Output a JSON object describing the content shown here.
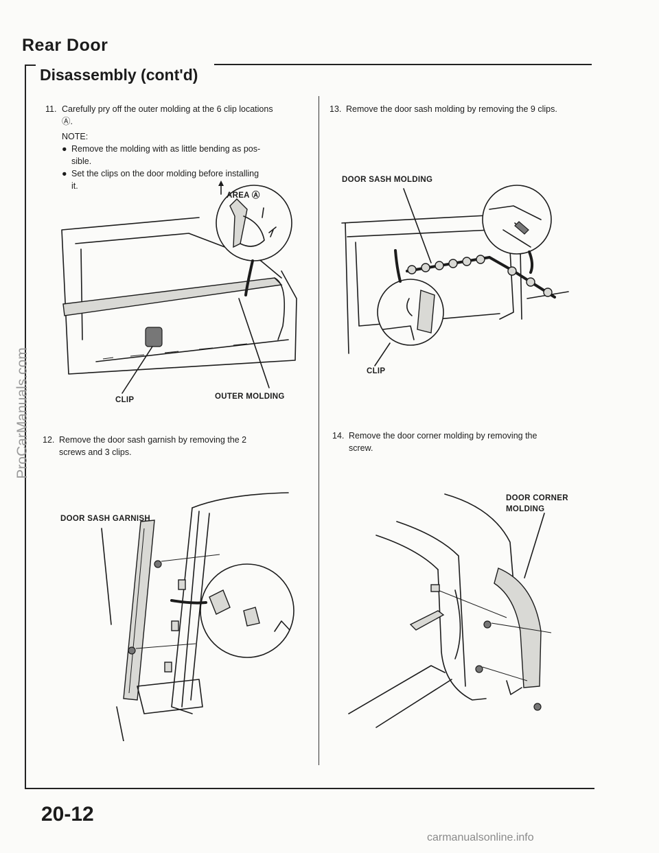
{
  "header": {
    "title": "Rear Door",
    "subtitle": "Disassembly (cont'd)"
  },
  "steps": {
    "s11": {
      "num": "11.",
      "text": "Carefully pry off the outer molding at the 6 clip locations",
      "text2": "Ⓐ.",
      "note_label": "NOTE:",
      "notes": [
        "Remove the molding with as little bending as pos-",
        "sible.",
        "Set the clips on the door molding before installing",
        "it."
      ]
    },
    "s12": {
      "num": "12.",
      "text": "Remove the door sash garnish by removing the 2",
      "text2": "screws and 3 clips."
    },
    "s13": {
      "num": "13.",
      "text": "Remove the door sash molding by removing the 9 clips."
    },
    "s14": {
      "num": "14.",
      "text": "Remove the door corner molding by removing the",
      "text2": "screw."
    }
  },
  "callouts": {
    "area_a": "AREA Ⓐ",
    "clip_1": "CLIP",
    "outer_molding": "OUTER MOLDING",
    "door_sash_molding": "DOOR SASH MOLDING",
    "clip_2": "CLIP",
    "door_sash_garnish": "DOOR SASH GARNISH",
    "door_corner_molding_1": "DOOR CORNER",
    "door_corner_molding_2": "MOLDING"
  },
  "footer": {
    "page_number": "20-12",
    "watermark_left": "ProCarManuals.com",
    "watermark_bottom": "carmanualsonline.info"
  },
  "icons": {
    "bullet": "bullet-dot-icon",
    "arrow": "up-arrow-icon"
  }
}
